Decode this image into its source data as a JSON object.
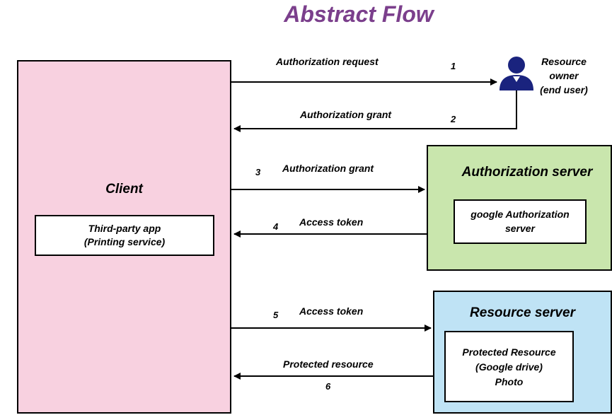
{
  "title": "Abstract Flow",
  "client": {
    "label": "Client",
    "inner_line1": "Third-party app",
    "inner_line2": "(Printing service)"
  },
  "resource_owner": {
    "line1": "Resource",
    "line2": "owner",
    "line3": "(end user)",
    "icon": "user-icon"
  },
  "authorization_server": {
    "label": "Authorization server",
    "inner_line1": "google Authorization",
    "inner_line2": "server"
  },
  "resource_server": {
    "label": "Resource server",
    "inner_line1": "Protected Resource",
    "inner_line2": "(Google drive)",
    "inner_line3": "Photo"
  },
  "steps": [
    {
      "label": "Authorization request",
      "number": "1"
    },
    {
      "label": "Authorization grant",
      "number": "2"
    },
    {
      "label": "Authorization grant",
      "number": "3"
    },
    {
      "label": "Access token",
      "number": "4"
    },
    {
      "label": "Access token",
      "number": "5"
    },
    {
      "label": "Protected resource",
      "number": "6"
    }
  ],
  "colors": {
    "title": "#7b3f8c",
    "client": "#f8d1e0",
    "authorization_server": "#c9e6ad",
    "resource_server": "#bfe3f5",
    "user_icon": "#1a237e"
  }
}
